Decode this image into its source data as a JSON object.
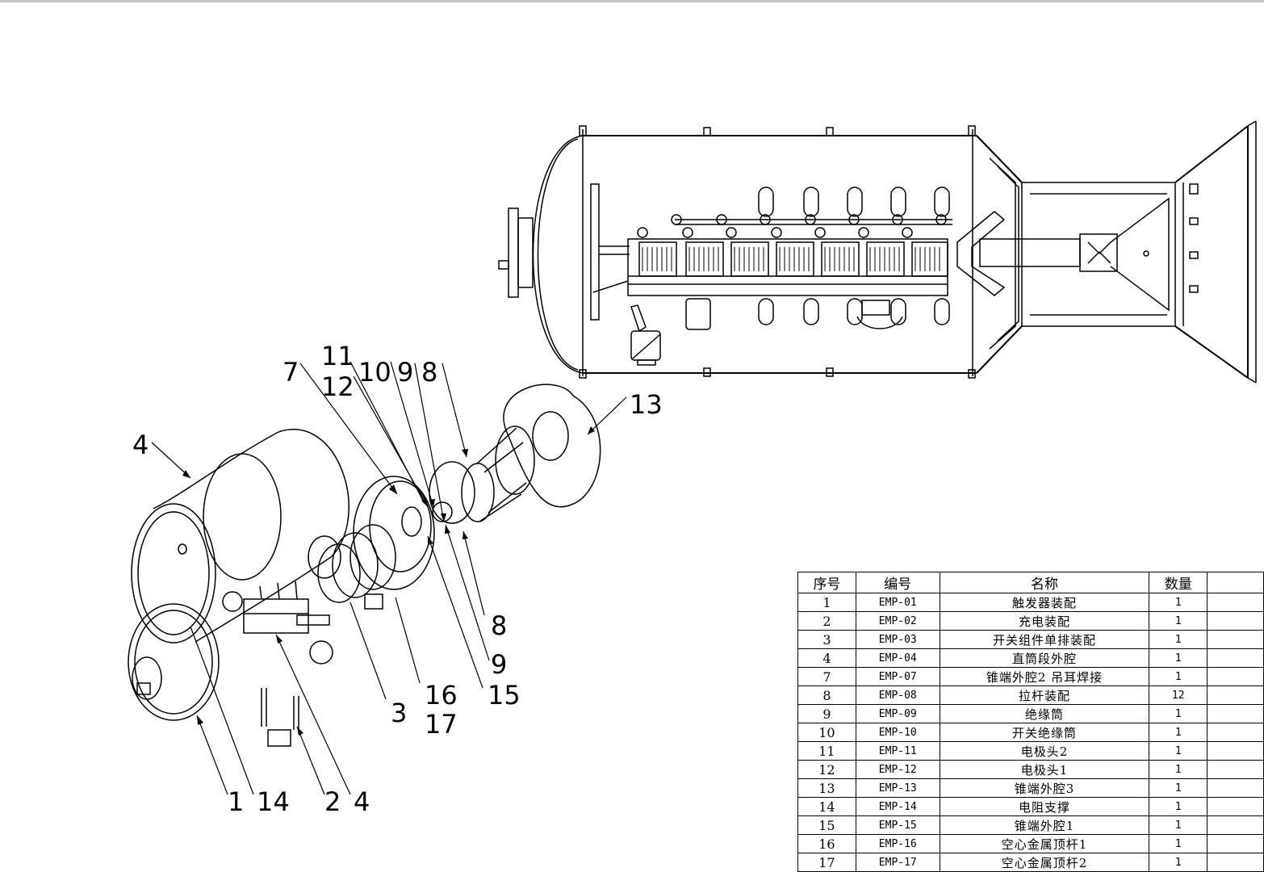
{
  "callouts": [
    "7",
    "11",
    "12",
    "10",
    "9",
    "8",
    "13",
    "4",
    "8",
    "9",
    "15",
    "16",
    "17",
    "3",
    "1",
    "14",
    "2",
    "4"
  ],
  "bom": {
    "headers": [
      "序号",
      "编号",
      "名称",
      "数量",
      ""
    ],
    "rows": [
      [
        "1",
        "EMP-01",
        "触发器装配",
        "1",
        ""
      ],
      [
        "2",
        "EMP-02",
        "充电装配",
        "1",
        ""
      ],
      [
        "3",
        "EMP-03",
        "开关组件单排装配",
        "1",
        ""
      ],
      [
        "4",
        "EMP-04",
        "直筒段外腔",
        "1",
        ""
      ],
      [
        "7",
        "EMP-07",
        "锥端外腔2 吊耳焊接",
        "1",
        ""
      ],
      [
        "8",
        "EMP-08",
        "拉杆装配",
        "12",
        ""
      ],
      [
        "9",
        "EMP-09",
        "绝缘筒",
        "1",
        ""
      ],
      [
        "10",
        "EMP-10",
        "开关绝缘筒",
        "1",
        ""
      ],
      [
        "11",
        "EMP-11",
        "电极头2",
        "1",
        ""
      ],
      [
        "12",
        "EMP-12",
        "电极头1",
        "1",
        ""
      ],
      [
        "13",
        "EMP-13",
        "锥端外腔3",
        "1",
        ""
      ],
      [
        "14",
        "EMP-14",
        "电阻支撑",
        "1",
        ""
      ],
      [
        "15",
        "EMP-15",
        "锥端外腔1",
        "1",
        ""
      ],
      [
        "16",
        "EMP-16",
        "空心金属顶杆1",
        "1",
        ""
      ],
      [
        "17",
        "EMP-17",
        "空心金属顶杆2",
        "1",
        ""
      ]
    ]
  }
}
